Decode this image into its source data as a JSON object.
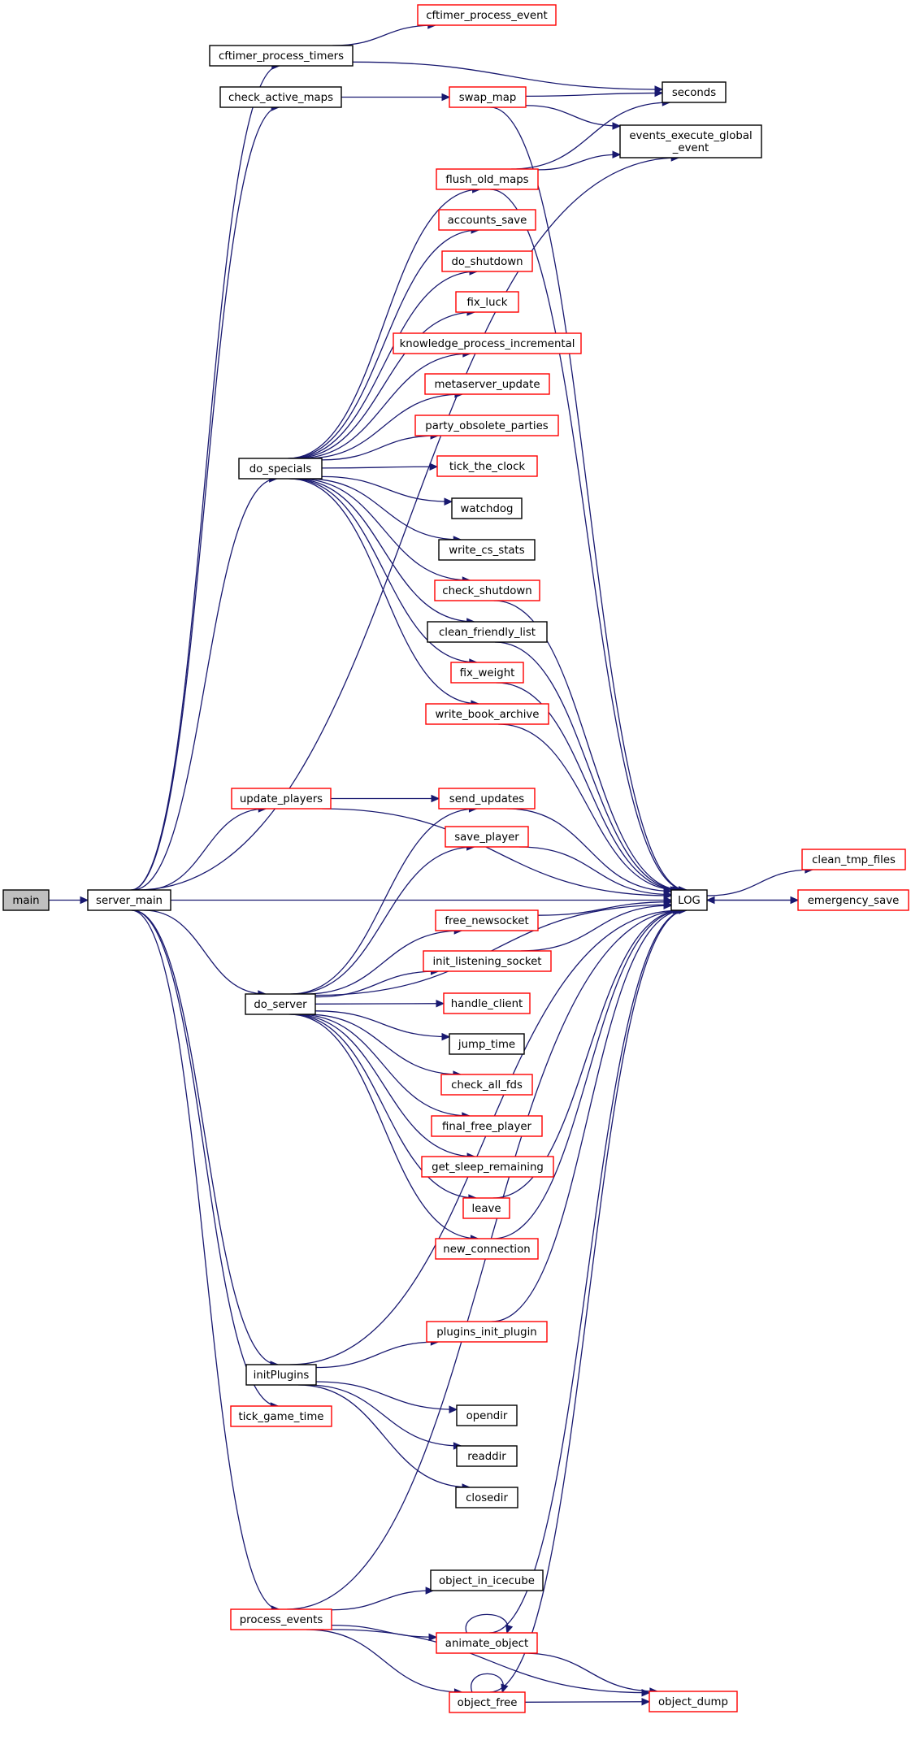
{
  "diagram": {
    "nodes": [
      {
        "id": "main",
        "lines": [
          "main"
        ],
        "style": "root"
      },
      {
        "id": "server_main",
        "lines": [
          "server_main"
        ],
        "style": "plain"
      },
      {
        "id": "cftimer_process_event",
        "lines": [
          "cftimer_process_event"
        ],
        "style": "truncated"
      },
      {
        "id": "cftimer_process_timers",
        "lines": [
          "cftimer_process_timers"
        ],
        "style": "plain"
      },
      {
        "id": "check_active_maps",
        "lines": [
          "check_active_maps"
        ],
        "style": "plain"
      },
      {
        "id": "swap_map",
        "lines": [
          "swap_map"
        ],
        "style": "truncated"
      },
      {
        "id": "seconds",
        "lines": [
          "seconds"
        ],
        "style": "plain"
      },
      {
        "id": "events_execute_global_event",
        "lines": [
          "events_execute_global",
          "_event"
        ],
        "style": "plain"
      },
      {
        "id": "flush_old_maps",
        "lines": [
          "flush_old_maps"
        ],
        "style": "truncated"
      },
      {
        "id": "accounts_save",
        "lines": [
          "accounts_save"
        ],
        "style": "truncated"
      },
      {
        "id": "do_shutdown",
        "lines": [
          "do_shutdown"
        ],
        "style": "truncated"
      },
      {
        "id": "fix_luck",
        "lines": [
          "fix_luck"
        ],
        "style": "truncated"
      },
      {
        "id": "knowledge_process_incremental",
        "lines": [
          "knowledge_process_incremental"
        ],
        "style": "truncated"
      },
      {
        "id": "metaserver_update",
        "lines": [
          "metaserver_update"
        ],
        "style": "truncated"
      },
      {
        "id": "party_obsolete_parties",
        "lines": [
          "party_obsolete_parties"
        ],
        "style": "truncated"
      },
      {
        "id": "do_specials",
        "lines": [
          "do_specials"
        ],
        "style": "plain"
      },
      {
        "id": "tick_the_clock",
        "lines": [
          "tick_the_clock"
        ],
        "style": "truncated"
      },
      {
        "id": "watchdog",
        "lines": [
          "watchdog"
        ],
        "style": "plain"
      },
      {
        "id": "write_cs_stats",
        "lines": [
          "write_cs_stats"
        ],
        "style": "plain"
      },
      {
        "id": "check_shutdown",
        "lines": [
          "check_shutdown"
        ],
        "style": "truncated"
      },
      {
        "id": "clean_friendly_list",
        "lines": [
          "clean_friendly_list"
        ],
        "style": "plain"
      },
      {
        "id": "fix_weight",
        "lines": [
          "fix_weight"
        ],
        "style": "truncated"
      },
      {
        "id": "write_book_archive",
        "lines": [
          "write_book_archive"
        ],
        "style": "truncated"
      },
      {
        "id": "update_players",
        "lines": [
          "update_players"
        ],
        "style": "truncated"
      },
      {
        "id": "send_updates",
        "lines": [
          "send_updates"
        ],
        "style": "truncated"
      },
      {
        "id": "save_player",
        "lines": [
          "save_player"
        ],
        "style": "truncated"
      },
      {
        "id": "LOG",
        "lines": [
          "LOG"
        ],
        "style": "plain"
      },
      {
        "id": "clean_tmp_files",
        "lines": [
          "clean_tmp_files"
        ],
        "style": "truncated"
      },
      {
        "id": "emergency_save",
        "lines": [
          "emergency_save"
        ],
        "style": "truncated"
      },
      {
        "id": "free_newsocket",
        "lines": [
          "free_newsocket"
        ],
        "style": "truncated"
      },
      {
        "id": "init_listening_socket",
        "lines": [
          "init_listening_socket"
        ],
        "style": "truncated"
      },
      {
        "id": "do_server",
        "lines": [
          "do_server"
        ],
        "style": "plain"
      },
      {
        "id": "handle_client",
        "lines": [
          "handle_client"
        ],
        "style": "truncated"
      },
      {
        "id": "jump_time",
        "lines": [
          "jump_time"
        ],
        "style": "plain"
      },
      {
        "id": "check_all_fds",
        "lines": [
          "check_all_fds"
        ],
        "style": "truncated"
      },
      {
        "id": "final_free_player",
        "lines": [
          "final_free_player"
        ],
        "style": "truncated"
      },
      {
        "id": "get_sleep_remaining",
        "lines": [
          "get_sleep_remaining"
        ],
        "style": "truncated"
      },
      {
        "id": "leave",
        "lines": [
          "leave"
        ],
        "style": "truncated"
      },
      {
        "id": "new_connection",
        "lines": [
          "new_connection"
        ],
        "style": "truncated"
      },
      {
        "id": "plugins_init_plugin",
        "lines": [
          "plugins_init_plugin"
        ],
        "style": "truncated"
      },
      {
        "id": "initPlugins",
        "lines": [
          "initPlugins"
        ],
        "style": "plain"
      },
      {
        "id": "tick_game_time",
        "lines": [
          "tick_game_time"
        ],
        "style": "truncated"
      },
      {
        "id": "opendir",
        "lines": [
          "opendir"
        ],
        "style": "plain"
      },
      {
        "id": "readdir",
        "lines": [
          "readdir"
        ],
        "style": "plain"
      },
      {
        "id": "closedir",
        "lines": [
          "closedir"
        ],
        "style": "plain"
      },
      {
        "id": "object_in_icecube",
        "lines": [
          "object_in_icecube"
        ],
        "style": "plain"
      },
      {
        "id": "process_events",
        "lines": [
          "process_events"
        ],
        "style": "truncated"
      },
      {
        "id": "animate_object",
        "lines": [
          "animate_object"
        ],
        "style": "truncated"
      },
      {
        "id": "object_free",
        "lines": [
          "object_free"
        ],
        "style": "truncated"
      },
      {
        "id": "object_dump",
        "lines": [
          "object_dump"
        ],
        "style": "truncated"
      }
    ],
    "edges": [
      [
        "main",
        "server_main"
      ],
      [
        "server_main",
        "cftimer_process_timers"
      ],
      [
        "server_main",
        "check_active_maps"
      ],
      [
        "server_main",
        "events_execute_global_event"
      ],
      [
        "server_main",
        "do_specials"
      ],
      [
        "server_main",
        "update_players"
      ],
      [
        "server_main",
        "do_server"
      ],
      [
        "server_main",
        "LOG"
      ],
      [
        "server_main",
        "initPlugins"
      ],
      [
        "server_main",
        "tick_game_time"
      ],
      [
        "server_main",
        "process_events"
      ],
      [
        "cftimer_process_timers",
        "cftimer_process_event"
      ],
      [
        "cftimer_process_timers",
        "seconds"
      ],
      [
        "check_active_maps",
        "swap_map"
      ],
      [
        "swap_map",
        "seconds"
      ],
      [
        "swap_map",
        "events_execute_global_event"
      ],
      [
        "swap_map",
        "LOG"
      ],
      [
        "flush_old_maps",
        "seconds"
      ],
      [
        "flush_old_maps",
        "events_execute_global_event"
      ],
      [
        "flush_old_maps",
        "LOG"
      ],
      [
        "do_specials",
        "flush_old_maps"
      ],
      [
        "do_specials",
        "accounts_save"
      ],
      [
        "do_specials",
        "do_shutdown"
      ],
      [
        "do_specials",
        "fix_luck"
      ],
      [
        "do_specials",
        "knowledge_process_incremental"
      ],
      [
        "do_specials",
        "metaserver_update"
      ],
      [
        "do_specials",
        "party_obsolete_parties"
      ],
      [
        "do_specials",
        "tick_the_clock"
      ],
      [
        "do_specials",
        "watchdog"
      ],
      [
        "do_specials",
        "write_cs_stats"
      ],
      [
        "do_specials",
        "check_shutdown"
      ],
      [
        "do_specials",
        "clean_friendly_list"
      ],
      [
        "do_specials",
        "fix_weight"
      ],
      [
        "do_specials",
        "write_book_archive"
      ],
      [
        "check_shutdown",
        "LOG"
      ],
      [
        "clean_friendly_list",
        "LOG"
      ],
      [
        "fix_weight",
        "LOG"
      ],
      [
        "write_book_archive",
        "LOG"
      ],
      [
        "update_players",
        "LOG"
      ],
      [
        "update_players",
        "send_updates"
      ],
      [
        "send_updates",
        "LOG"
      ],
      [
        "save_player",
        "LOG"
      ],
      [
        "LOG",
        "clean_tmp_files"
      ],
      [
        "LOG",
        "emergency_save"
      ],
      [
        "emergency_save",
        "LOG"
      ],
      [
        "free_newsocket",
        "LOG"
      ],
      [
        "init_listening_socket",
        "LOG"
      ],
      [
        "do_server",
        "send_updates"
      ],
      [
        "do_server",
        "save_player"
      ],
      [
        "do_server",
        "LOG"
      ],
      [
        "do_server",
        "free_newsocket"
      ],
      [
        "do_server",
        "init_listening_socket"
      ],
      [
        "do_server",
        "handle_client"
      ],
      [
        "do_server",
        "jump_time"
      ],
      [
        "do_server",
        "check_all_fds"
      ],
      [
        "do_server",
        "final_free_player"
      ],
      [
        "do_server",
        "get_sleep_remaining"
      ],
      [
        "do_server",
        "leave"
      ],
      [
        "do_server",
        "new_connection"
      ],
      [
        "leave",
        "LOG"
      ],
      [
        "new_connection",
        "LOG"
      ],
      [
        "plugins_init_plugin",
        "LOG"
      ],
      [
        "initPlugins",
        "plugins_init_plugin"
      ],
      [
        "initPlugins",
        "LOG"
      ],
      [
        "initPlugins",
        "opendir"
      ],
      [
        "initPlugins",
        "readdir"
      ],
      [
        "initPlugins",
        "closedir"
      ],
      [
        "process_events",
        "LOG"
      ],
      [
        "process_events",
        "object_in_icecube"
      ],
      [
        "process_events",
        "animate_object"
      ],
      [
        "process_events",
        "object_free"
      ],
      [
        "process_events",
        "object_dump"
      ],
      [
        "animate_object",
        "animate_object"
      ],
      [
        "animate_object",
        "LOG"
      ],
      [
        "animate_object",
        "object_dump"
      ],
      [
        "object_free",
        "object_free"
      ],
      [
        "object_free",
        "LOG"
      ],
      [
        "object_free",
        "object_dump"
      ]
    ]
  }
}
